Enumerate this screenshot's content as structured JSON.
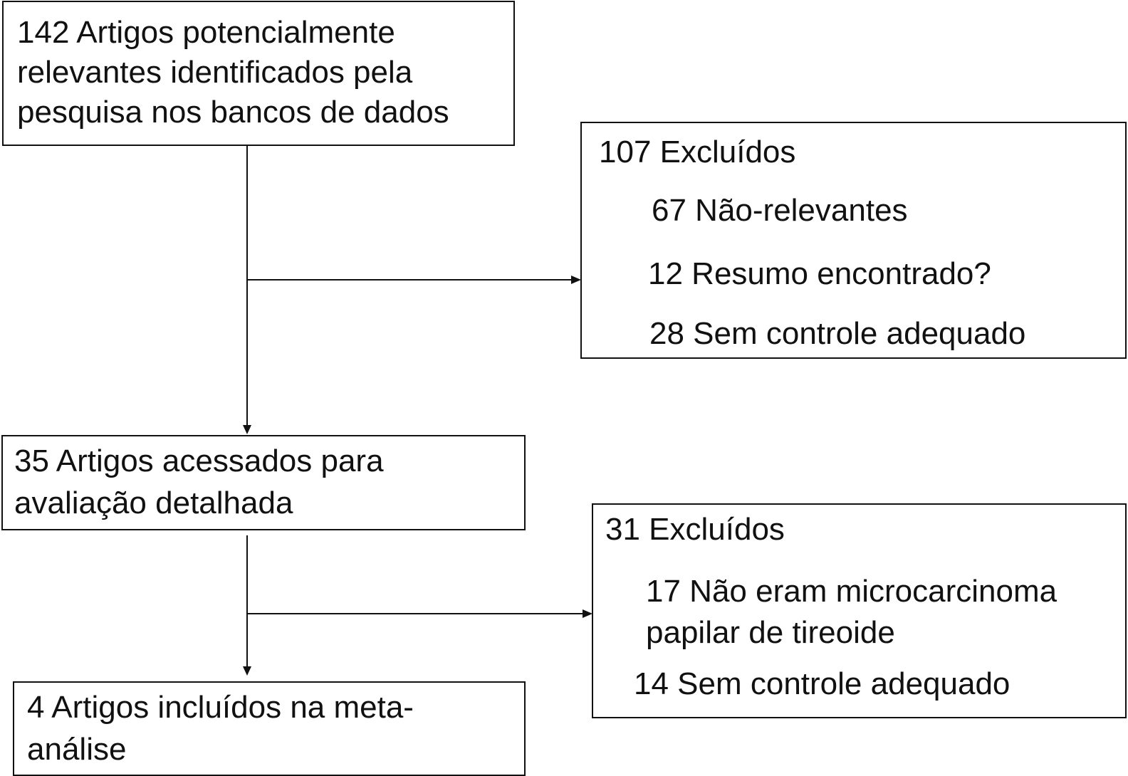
{
  "flowchart": {
    "identified_box": {
      "lines": [
        "142 Artigos potencialmente",
        "relevantes identificados pela",
        "pesquisa nos bancos de dados"
      ]
    },
    "excluded_box_1": {
      "heading": "107 Excluídos",
      "items": [
        "67 Não-relevantes",
        "12 Resumo encontrado?",
        "28 Sem controle adequado"
      ]
    },
    "assessed_box": {
      "lines": [
        "35 Artigos acessados para",
        "avaliação detalhada"
      ]
    },
    "excluded_box_2": {
      "heading": "31 Excluídos",
      "items": [
        "17 Não eram microcarcinoma",
        "papilar de tireoide",
        "14 Sem controle adequado"
      ]
    },
    "included_box": {
      "lines": [
        "4 Artigos incluídos na meta-",
        "análise"
      ]
    }
  }
}
